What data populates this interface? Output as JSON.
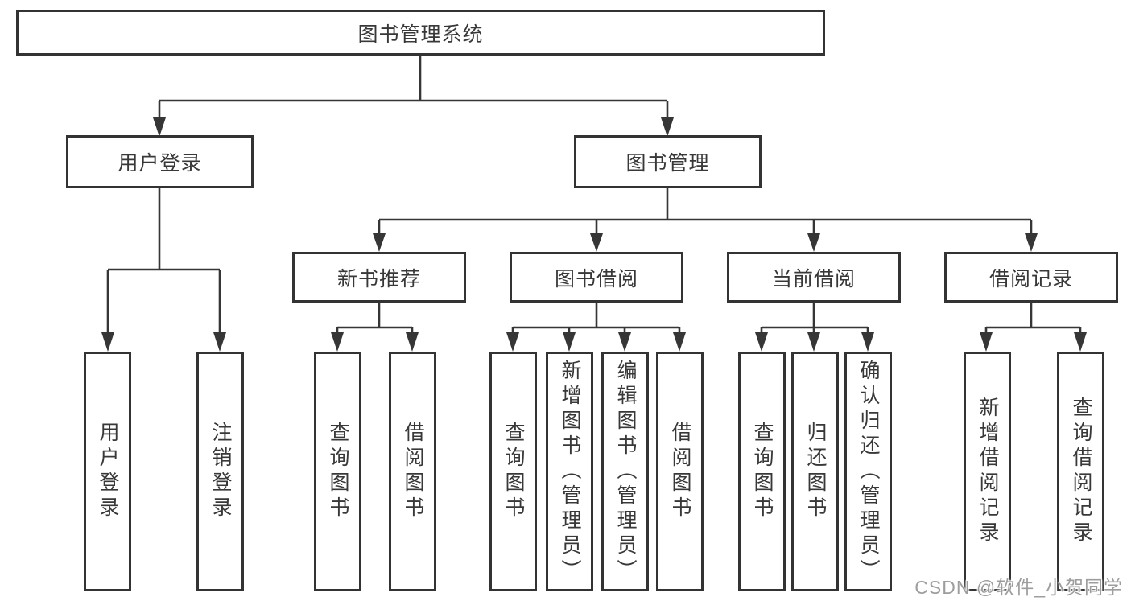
{
  "diagram": {
    "root": {
      "label": "图书管理系统"
    },
    "branches": [
      {
        "label": "用户登录",
        "children": [
          {
            "label": "用户登录"
          },
          {
            "label": "注销登录"
          }
        ]
      },
      {
        "label": "图书管理",
        "children": [
          {
            "label": "新书推荐",
            "children": [
              {
                "label": "查询图书"
              },
              {
                "label": "借阅图书"
              }
            ]
          },
          {
            "label": "图书借阅",
            "children": [
              {
                "label": "查询图书"
              },
              {
                "label": "新增图书（管理员）"
              },
              {
                "label": "编辑图书（管理员）"
              },
              {
                "label": "借阅图书"
              }
            ]
          },
          {
            "label": "当前借阅",
            "children": [
              {
                "label": "查询图书"
              },
              {
                "label": "归还图书"
              },
              {
                "label": "确认归还（管理员）"
              }
            ]
          },
          {
            "label": "借阅记录",
            "children": [
              {
                "label": "新增借阅记录"
              },
              {
                "label": "查询借阅记录"
              }
            ]
          }
        ]
      }
    ]
  },
  "watermark": {
    "text": "CSDN @软件_小贺同学"
  },
  "colors": {
    "line": "#363636",
    "box_border": "#333333",
    "text": "#383838",
    "watermark": "#9d9d9d",
    "background": "#ffffff"
  }
}
